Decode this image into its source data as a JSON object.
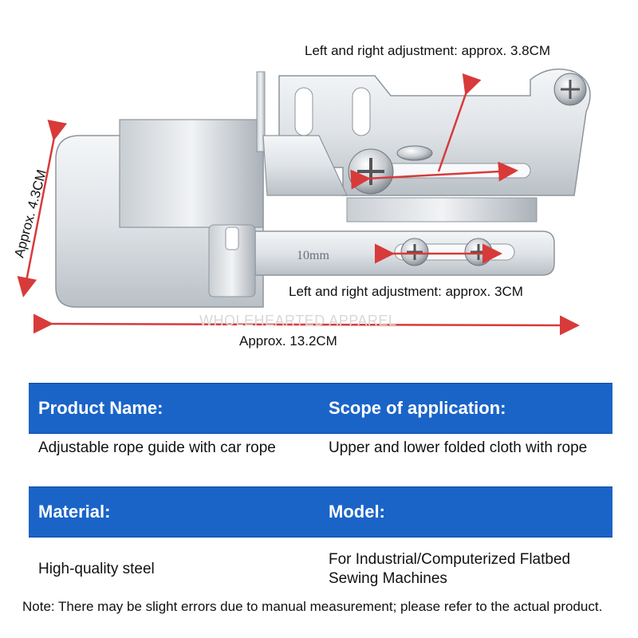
{
  "annotations": {
    "top_adjustment": "Left and right adjustment: approx. 3.8CM",
    "middle_adjustment": "Left and right adjustment: approx. 3CM",
    "width": "Approx. 13.2CM",
    "height": "Approx. 4.3CM",
    "plate_engraving": "10mm",
    "watermark": "WHOLEHEARTED APPAREL"
  },
  "specs": {
    "product_name_label": "Product Name:",
    "scope_label": "Scope of application:",
    "product_name_value": "Adjustable rope guide with car rope",
    "scope_value": "Upper and lower folded cloth with rope",
    "material_label": "Material:",
    "model_label": "Model:",
    "material_value": "High-quality steel",
    "model_value": "For Industrial/Computerized Flatbed Sewing Machines"
  },
  "note": "Note: There may be slight errors due to manual measurement; please refer to the actual product.",
  "colors": {
    "header_band": "#1a64c8",
    "arrow_red": "#d83a3a",
    "steel_light": "#e9ecef",
    "steel_dark": "#9aa1a8"
  },
  "icons": [
    "screw-icon",
    "arrow-icon"
  ]
}
